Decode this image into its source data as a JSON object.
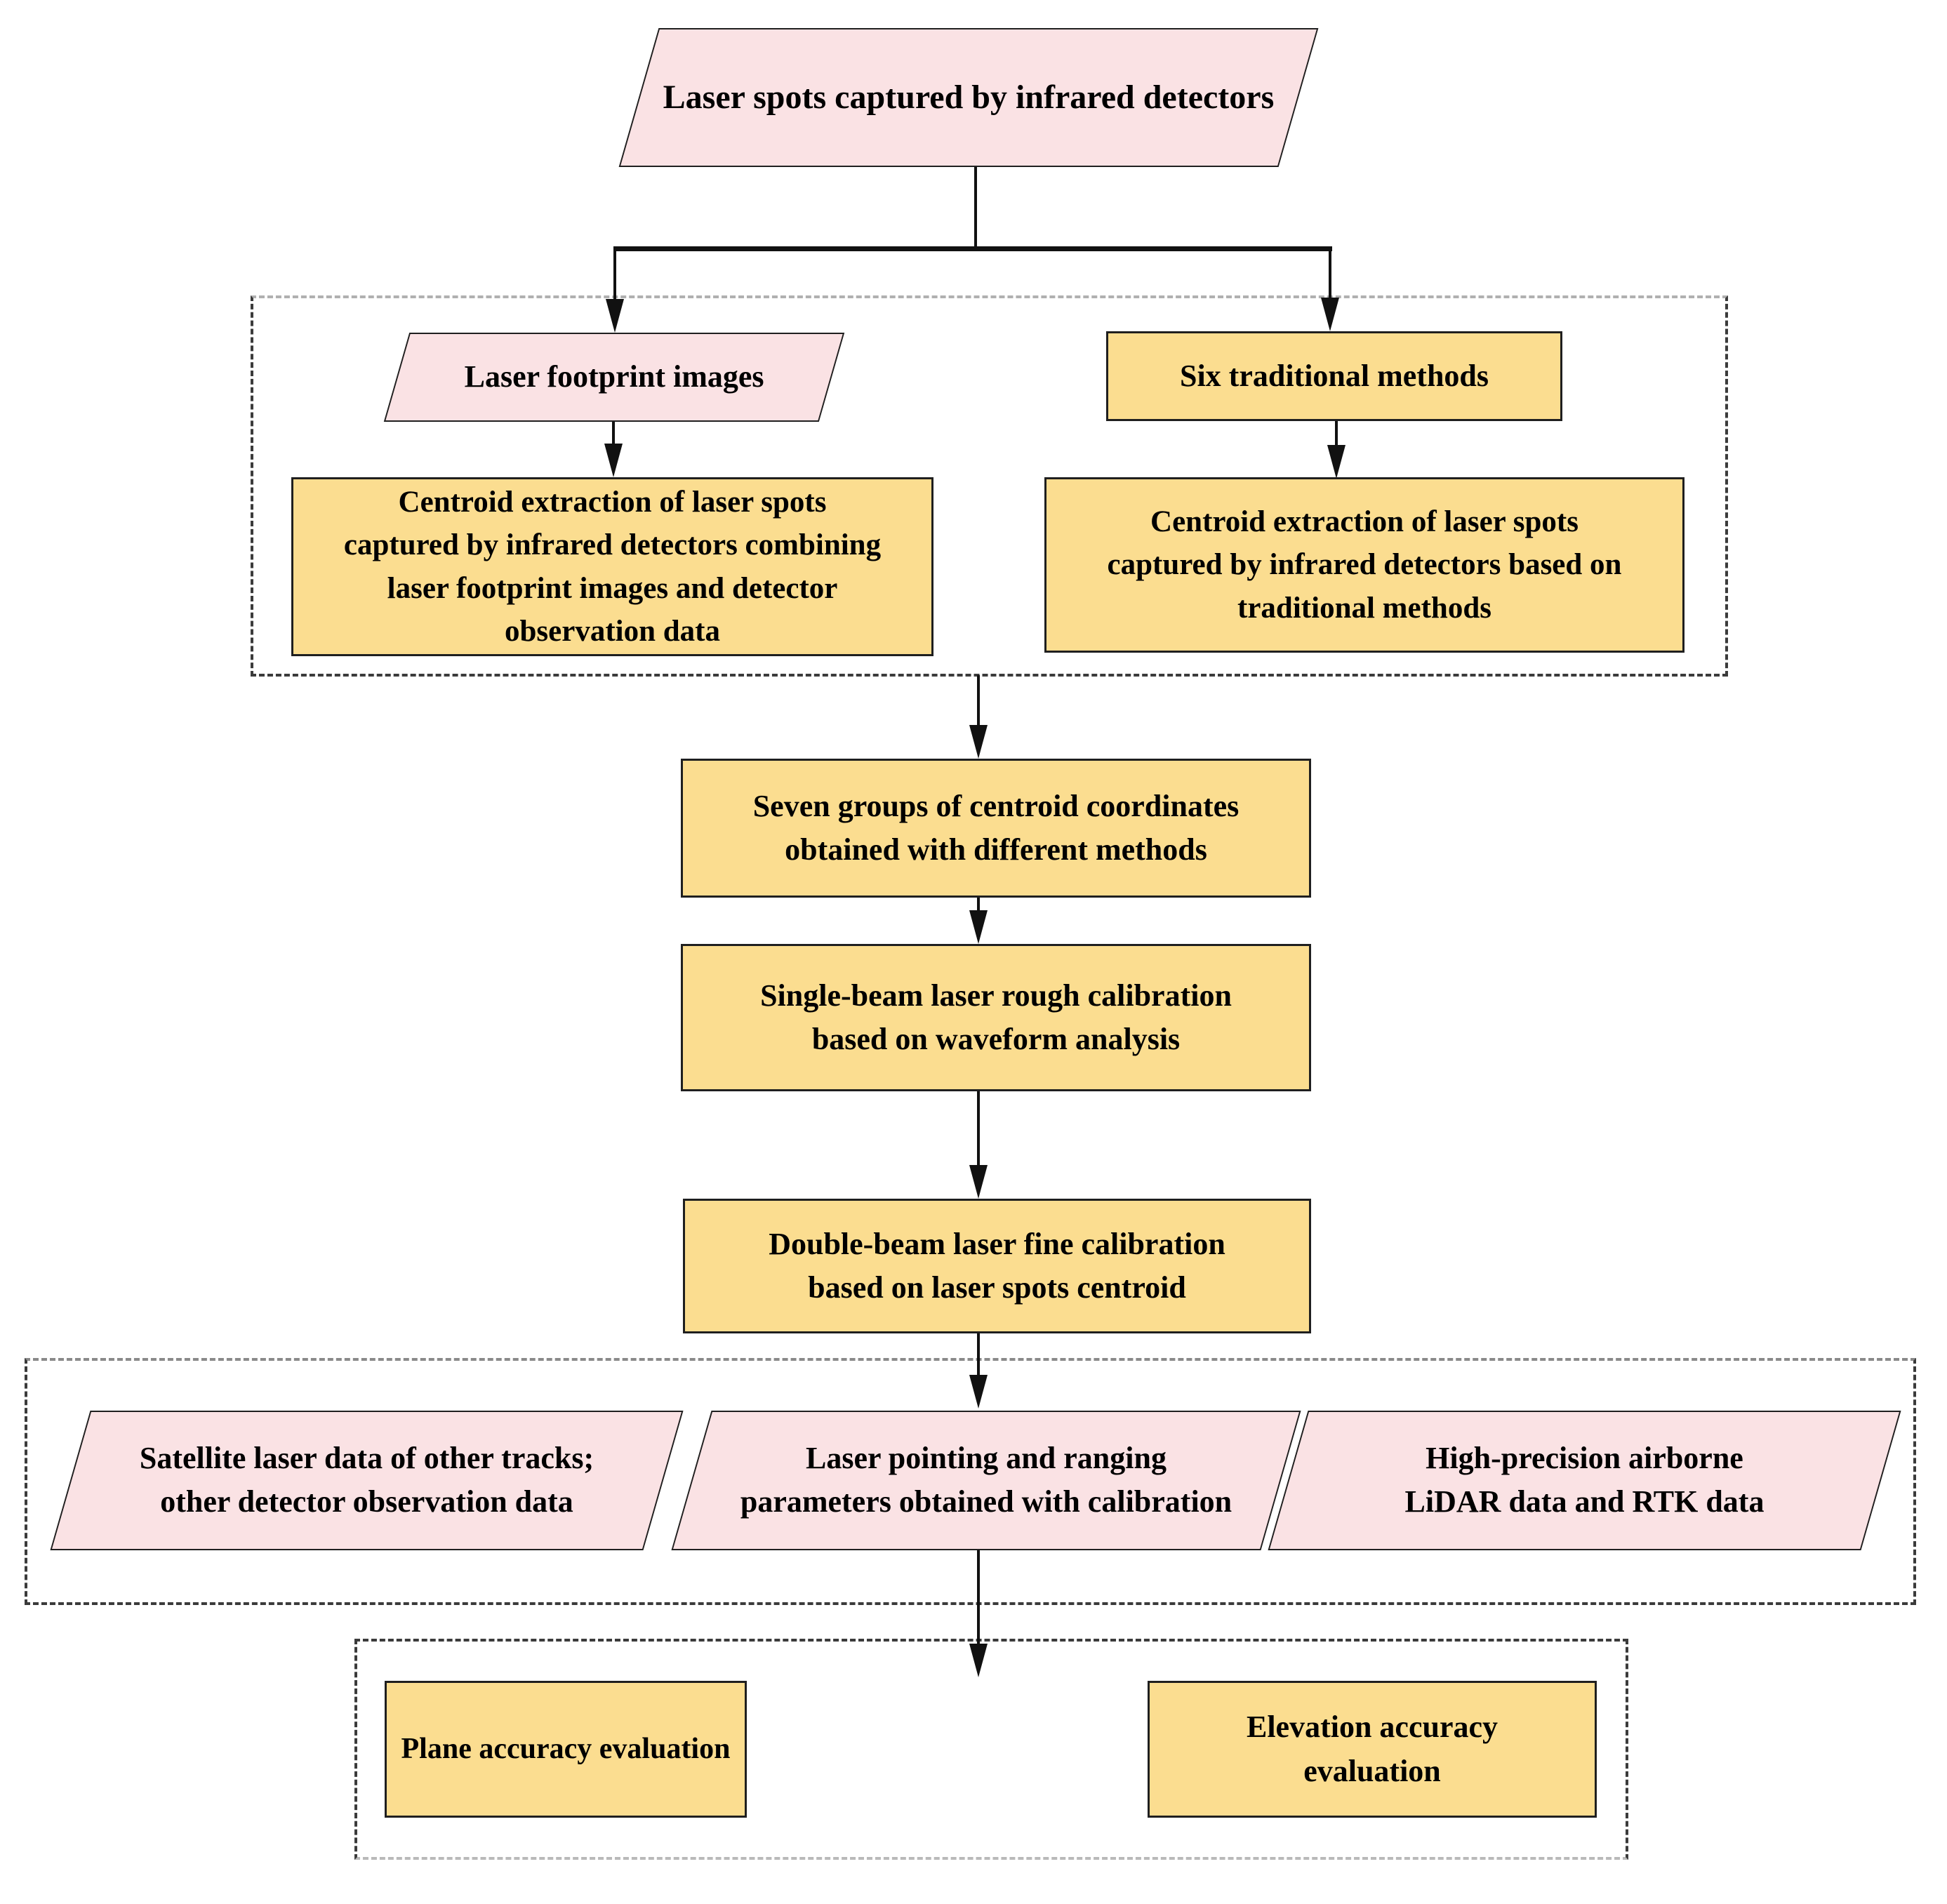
{
  "colors": {
    "process_fill": "#fbdd90",
    "io_fill": "#fae2e4",
    "box_border": "#1f1f1f",
    "connector": "#111111",
    "dash_dark": "#3b3b3b",
    "dash_light": "#b0b0b0",
    "text": "#000000"
  },
  "nodes": {
    "source": {
      "label": "Laser spots captured by infrared detectors"
    },
    "footprint_images": {
      "label": "Laser footprint images"
    },
    "centroid_combined": {
      "label": "Centroid extraction of laser spots\ncaptured by infrared detectors combining\nlaser footprint images and detector\nobservation data"
    },
    "six_methods": {
      "label": "Six traditional methods"
    },
    "centroid_traditional": {
      "label": "Centroid extraction of laser spots\ncaptured by infrared detectors based on\ntraditional methods"
    },
    "seven_groups": {
      "label": "Seven groups of centroid coordinates\nobtained with different methods"
    },
    "single_beam": {
      "label": "Single-beam laser rough calibration\nbased on waveform analysis"
    },
    "double_beam": {
      "label": "Double-beam laser fine calibration\nbased on laser spots centroid"
    },
    "satellite_data": {
      "label": "Satellite laser data of other tracks;\nother detector observation data"
    },
    "pointing_params": {
      "label": "Laser pointing and ranging\nparameters obtained with calibration"
    },
    "lidar_rtk": {
      "label": "High-precision airborne\nLiDAR data and RTK data"
    },
    "plane_eval": {
      "label": "Plane accuracy evaluation"
    },
    "elevation_eval": {
      "label": "Elevation accuracy\nevaluation"
    }
  }
}
